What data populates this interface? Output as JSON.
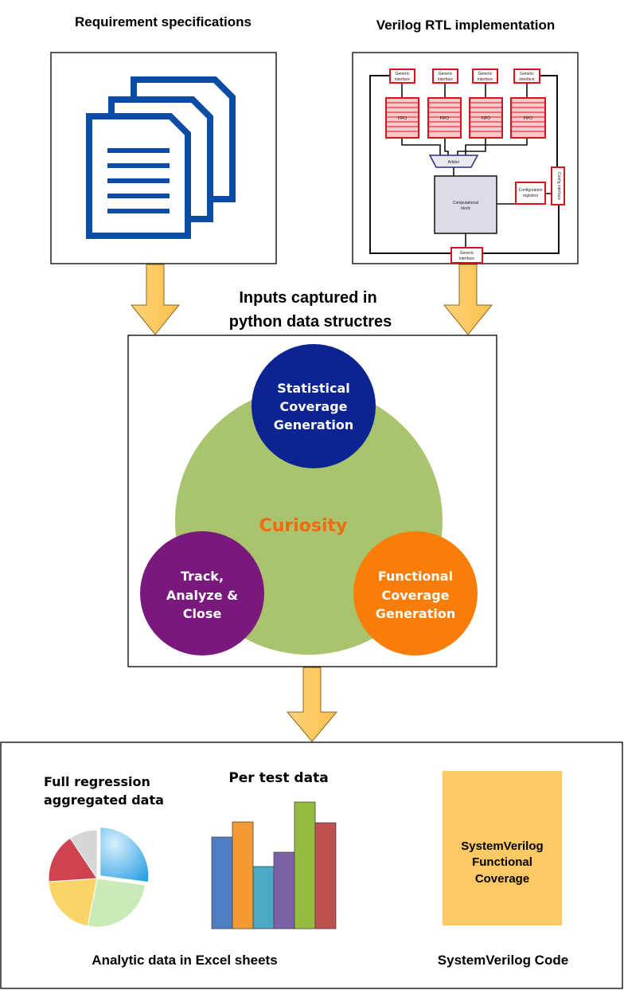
{
  "headings": {
    "requirements": "Requirement specifications",
    "rtl": "Verilog RTL implementation",
    "inputs_line1": "Inputs captured in",
    "inputs_line2": "python data structres"
  },
  "rtl_diagram": {
    "interface_line1": "Generic",
    "interface_line2": "interface",
    "fifo": "FIFO",
    "arbiter": "Arbiter",
    "comp_line1": "Computational",
    "comp_line2": "block",
    "config_line1": "Configuration",
    "config_line2": "registers",
    "side": "Config interface"
  },
  "curiosity": {
    "center": "Curiosity",
    "statistical": [
      "Statistical",
      "Coverage",
      "Generation"
    ],
    "functional": [
      "Functional",
      "Coverage",
      "Generation"
    ],
    "track": [
      "Track,",
      "Analyze &",
      "Close"
    ],
    "colors": {
      "base": "#a9c46c",
      "statistical": "#0b2492",
      "functional": "#f97d08",
      "track": "#79197e",
      "center_text": "#f06a12"
    }
  },
  "outputs": {
    "full_line1": "Full regression",
    "full_line2": "aggregated data",
    "per_test": "Per test data",
    "sv_box": [
      "SystemVerilog",
      "Functional",
      "Coverage"
    ],
    "analytic_caption": "Analytic data in Excel sheets",
    "sv_caption": "SystemVerilog Code"
  },
  "pie_illustration": [
    {
      "value": 26,
      "color": "#5cb6ea"
    },
    {
      "value": 25,
      "color": "#c8ebb8"
    },
    {
      "value": 20,
      "color": "#fbd467"
    },
    {
      "value": 16,
      "color": "#cf4350"
    },
    {
      "value": 9,
      "color": "#d6d6d6"
    }
  ],
  "bar_illustration": [
    {
      "value": 115,
      "color": "#4f7fc3"
    },
    {
      "value": 134,
      "color": "#f49a33"
    },
    {
      "value": 78,
      "color": "#4ba9c6"
    },
    {
      "value": 96,
      "color": "#7c62a6"
    },
    {
      "value": 159,
      "color": "#97bb3f"
    },
    {
      "value": 133,
      "color": "#c0504d"
    }
  ]
}
